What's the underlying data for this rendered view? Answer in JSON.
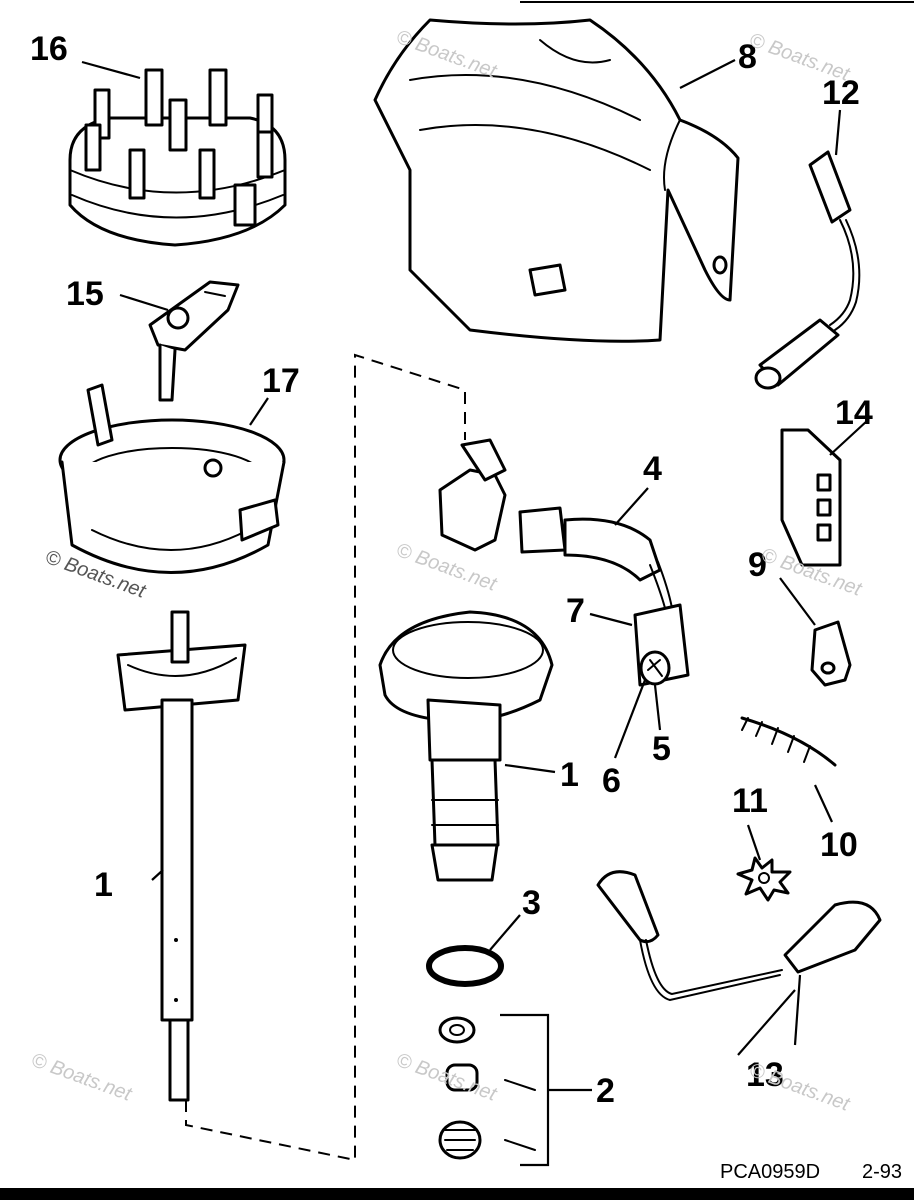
{
  "diagram": {
    "callouts": {
      "c16": "16",
      "c8": "8",
      "c12": "12",
      "c15": "15",
      "c17": "17",
      "c14": "14",
      "c4": "4",
      "c9": "9",
      "c7": "7",
      "c1_upper": "1",
      "c5": "5",
      "c6": "6",
      "c11": "11",
      "c10": "10",
      "c1_lower": "1",
      "c3": "3",
      "c2": "2",
      "c13": "13"
    },
    "watermark": "© Boats.net",
    "footer": {
      "code": "PCA0959D",
      "page": "2-93"
    }
  }
}
